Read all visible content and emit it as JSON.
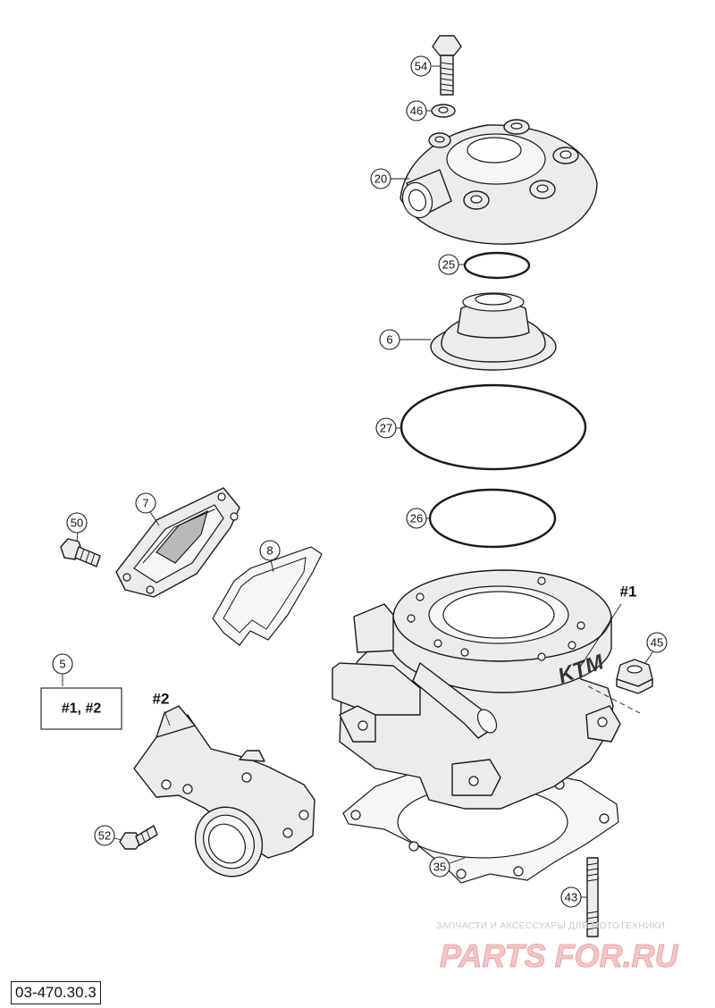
{
  "diagram_code": "03-470.30.3",
  "watermark": {
    "tagline": "ЗАПЧАСТИ И АКСЕССУАРЫ ДЛЯ МОТОТЕХНИКИ",
    "logo": "PARTS FOR.RU"
  },
  "cylinder_logo": "KTM",
  "callouts": {
    "c54": "54",
    "c46": "46",
    "c20": "20",
    "c25": "25",
    "c6": "6",
    "c27": "27",
    "c26": "26",
    "c7": "7",
    "c50": "50",
    "c8": "8",
    "c5": "5",
    "c45": "45",
    "c52": "52",
    "c35": "35",
    "c43": "43"
  },
  "assembly_refs": {
    "r1": "#1",
    "r2": "#2"
  },
  "kit_box": "#1, #2"
}
